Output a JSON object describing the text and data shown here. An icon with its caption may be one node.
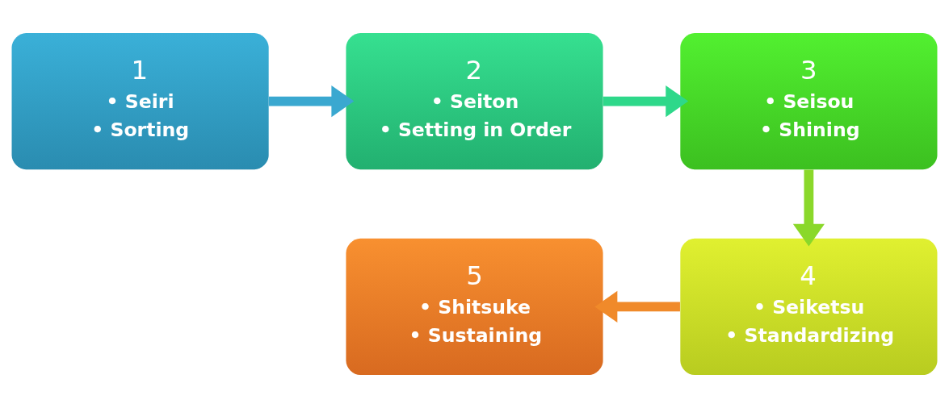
{
  "diagram": {
    "nodes": [
      {
        "text": [
          "1",
          "• Seiri",
          "• Sorting"
        ]
      },
      {
        "text": [
          "2",
          "• Seiton",
          "• Setting in Order"
        ]
      },
      {
        "text": [
          "3",
          "• Seisou",
          "• Shining"
        ]
      },
      {
        "text": [
          "4",
          "• Seiketsu",
          "• Standardizing"
        ]
      },
      {
        "text": [
          "5",
          "• Shitsuke",
          "• Sustaining"
        ]
      }
    ],
    "edges": [
      {
        "from": 0,
        "to": 1,
        "arrow": "to",
        "color": "#3aa8d0"
      },
      {
        "from": 1,
        "to": 2,
        "arrow": "to",
        "color": "#2ed88a"
      },
      {
        "from": 2,
        "to": 3,
        "arrow": "to",
        "color": "#8ad82a"
      },
      {
        "from": 3,
        "to": 4,
        "arrow": "to",
        "color": "#f08a2a"
      }
    ]
  }
}
